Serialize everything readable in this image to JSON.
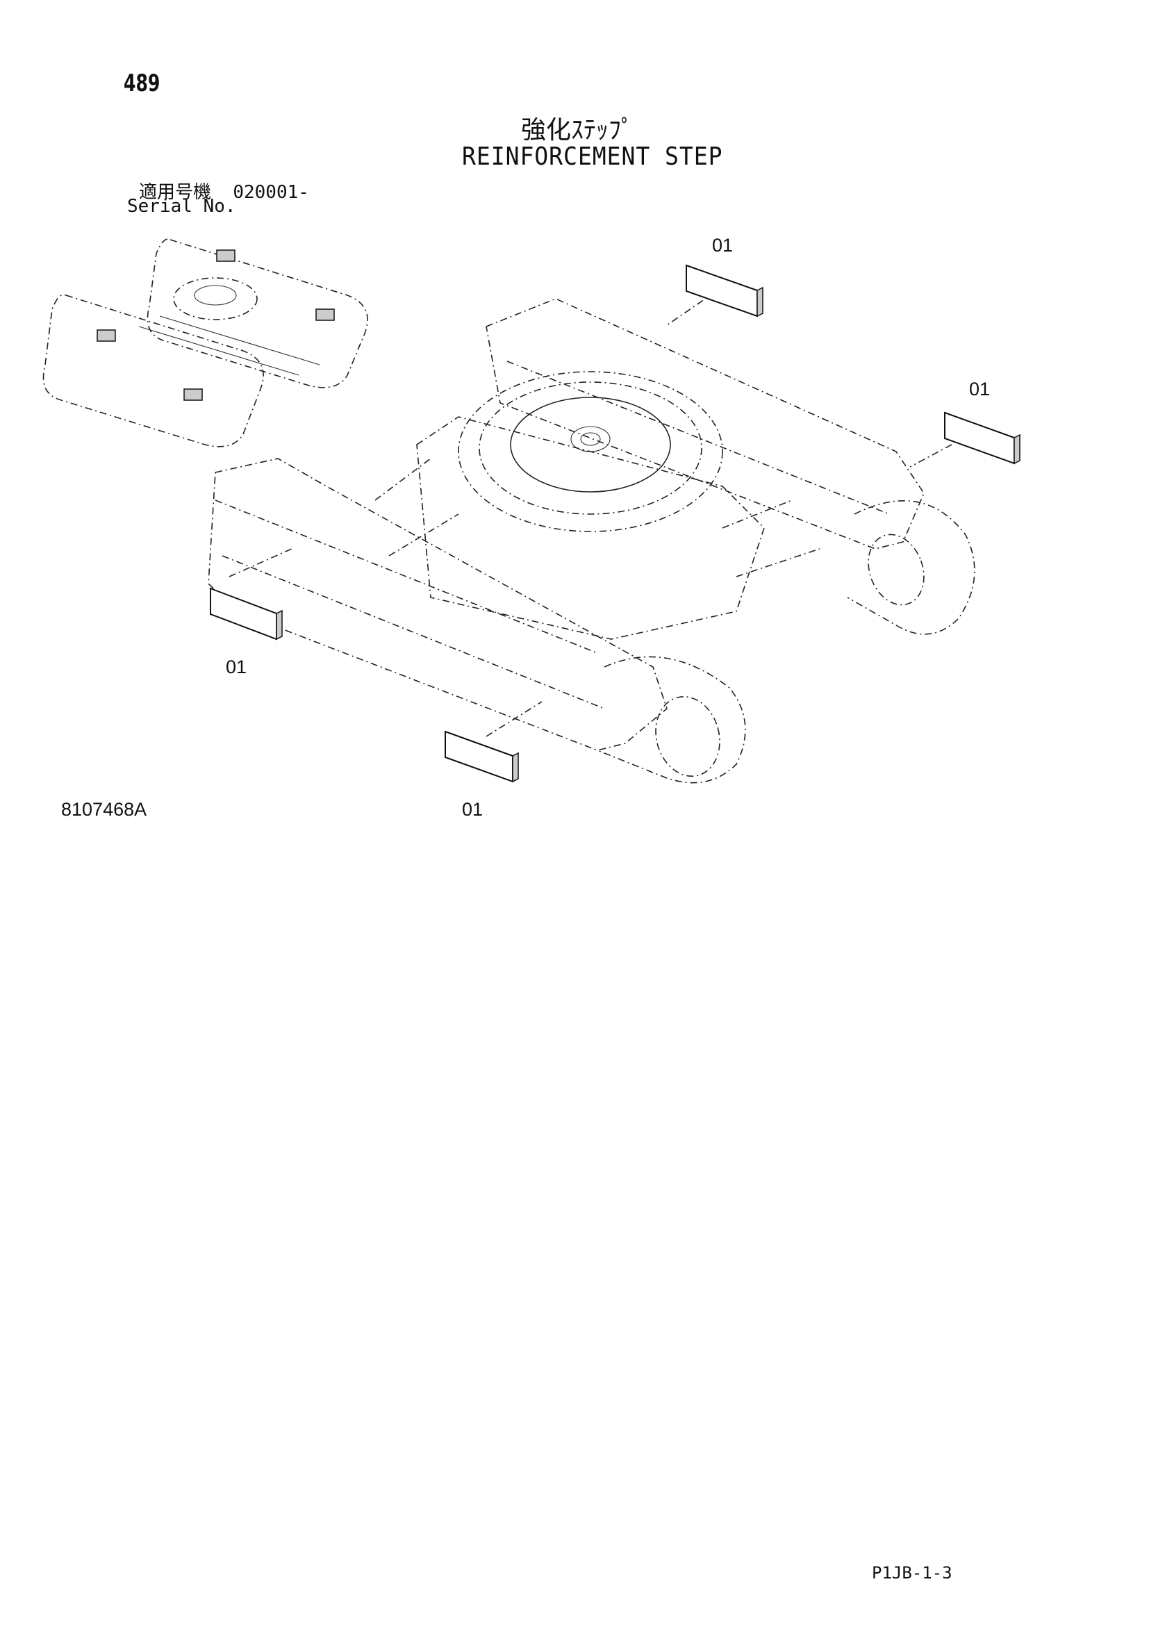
{
  "page_number": "489",
  "title_jp": "強化ｽﾃｯﾌﾟ",
  "title_en": "REINFORCEMENT STEP",
  "serial": {
    "label_jp": "適用号機",
    "value": "020001-",
    "label_en": "Serial No."
  },
  "callouts": [
    "01",
    "01",
    "01",
    "01"
  ],
  "drawing_number": "8107468A",
  "catalog_code": "P1JB-1-3"
}
